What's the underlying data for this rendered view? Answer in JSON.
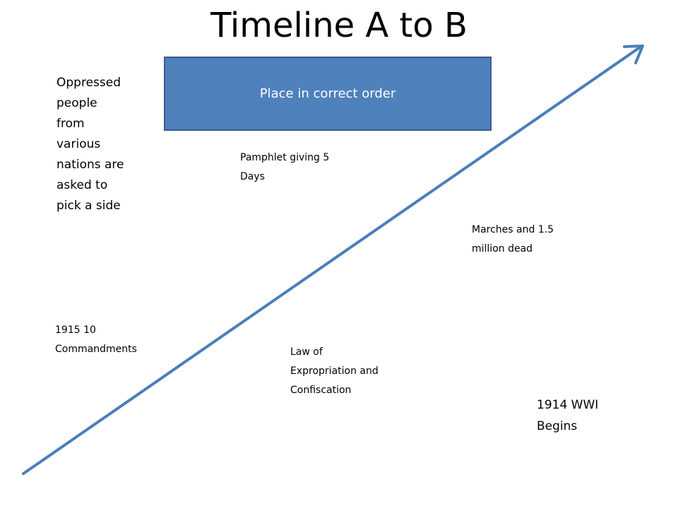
{
  "slide": {
    "title": "Timeline A to B",
    "order_box_label": "Place in correct order",
    "events": {
      "oppressed": "Oppressed\npeople\nfrom\nvarious\nnations are\nasked to\npick a side",
      "pamphlet": "Pamphlet giving 5\nDays",
      "marches": "Marches and 1.5\nmillion dead",
      "commandments": "1915 10\nCommandments",
      "law": "Law of\nExpropriation and\nConfiscation",
      "wwi": "1914 WWI\nBegins"
    }
  },
  "colors": {
    "arrow": "#4a7ebb",
    "box_fill": "#4f81bd",
    "box_border": "#385d8a",
    "box_text": "#ffffff"
  }
}
